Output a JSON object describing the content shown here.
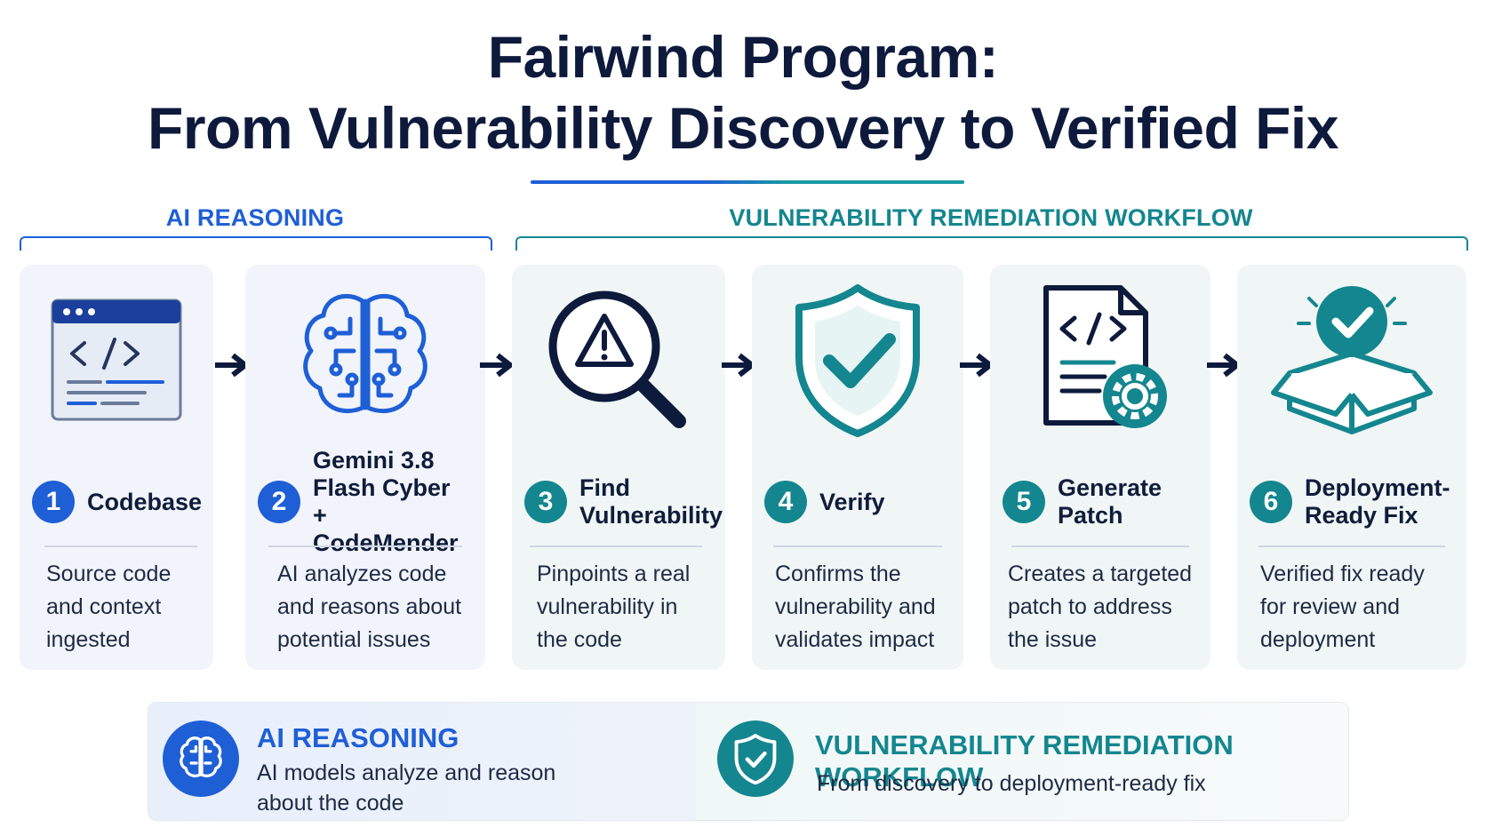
{
  "title": {
    "line1": "Fairwind Program:",
    "line2": "From  Vulnerability Discovery to Verified Fix"
  },
  "groups": {
    "ai": "AI REASONING",
    "workflow": "VULNERABILITY REMEDIATION WORKFLOW"
  },
  "steps": [
    {
      "number": "1",
      "title": "Codebase",
      "description": "Source code and context ingested",
      "icon": "code-window-icon",
      "theme": "blue"
    },
    {
      "number": "2",
      "title": "Gemini 3.8\nFlash Cyber\n+ CodeMender",
      "description": "AI analyzes code and reasons about potential issues",
      "icon": "brain-circuit-icon",
      "theme": "blue"
    },
    {
      "number": "3",
      "title": "Find\nVulnerability",
      "description": "Pinpoints a real vulnerability in the code",
      "icon": "magnifier-warning-icon",
      "theme": "teal"
    },
    {
      "number": "4",
      "title": "Verify",
      "description": "Confirms the vulnerability and validates impact",
      "icon": "shield-check-icon",
      "theme": "teal"
    },
    {
      "number": "5",
      "title": "Generate\nPatch",
      "description": "Creates a targeted patch to address the issue",
      "icon": "code-file-gear-icon",
      "theme": "teal"
    },
    {
      "number": "6",
      "title": "Deployment-\nReady Fix",
      "description": "Verified fix ready for review and deployment",
      "icon": "box-check-icon",
      "theme": "teal"
    }
  ],
  "banner": {
    "left": {
      "title": "AI REASONING",
      "subtitle": "AI models analyze and reason about the code",
      "icon": "brain-icon"
    },
    "right": {
      "title": "VULNERABILITY REMEDIATION WORKFLOW",
      "subtitle": "From discovery to deployment-ready fix",
      "icon": "shield-check-icon"
    }
  },
  "colors": {
    "navy": "#0d1a3c",
    "blue": "#1f5fd6",
    "teal": "#14868f"
  }
}
